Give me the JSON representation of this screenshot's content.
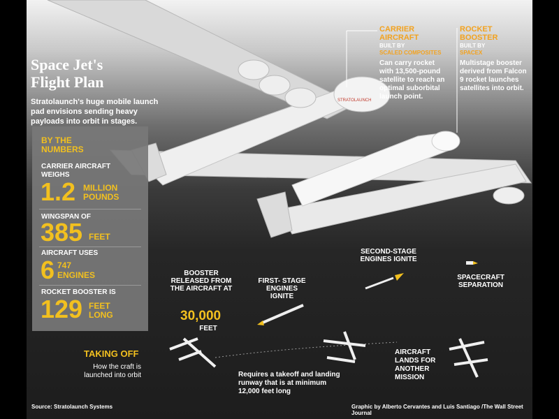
{
  "title": "Space Jet's Flight Plan",
  "intro": "Stratolaunch's huge mobile launch pad envisions sending heavy payloads into orbit in stages.",
  "stats": {
    "heading": "BY THE NUMBERS",
    "items": [
      {
        "label": "CARRIER AIRCRAFT WEIGHS",
        "value": "1.2",
        "unit": "MILLION POUNDS"
      },
      {
        "label": "WINGSPAN OF",
        "value": "385",
        "unit": "FEET"
      },
      {
        "label": "AIRCRAFT USES",
        "value": "6",
        "value_alt": "747",
        "unit": "ENGINES"
      },
      {
        "label": "ROCKET BOOSTER IS",
        "value": "129",
        "unit": "FEET LONG"
      }
    ]
  },
  "callouts": {
    "carrier": {
      "heading_line1": "CARRIER",
      "heading_line2": "AIRCRAFT",
      "built_by": "BUILT BY",
      "builder": "SCALED COMPOSITES",
      "body": "Can carry rocket with 13,500-pound satellite to reach an optimal suborbital launch point."
    },
    "booster": {
      "heading_line1": "ROCKET",
      "heading_line2": "BOOSTER",
      "built_by": "BUILT BY",
      "builder": "SPACEX",
      "body": "Multistage booster derived from Falcon 9 rocket launches satellites into orbit."
    }
  },
  "stages": {
    "second": "SECOND-STAGE ENGINES IGNITE",
    "separation": "SPACECRAFT SEPARATION",
    "first": "FIRST- STAGE ENGINES IGNITE",
    "booster_release": "BOOSTER RELEASED FROM THE AIRCRAFT AT",
    "altitude": "30,000",
    "altitude_unit": "FEET",
    "taking_off": "TAKING OFF",
    "taking_off_sub": "How the craft is launched into orbit",
    "runway": "Requires a takeoff and landing runway that is at minimum 12,000 feet long",
    "lands": "AIRCRAFT LANDS FOR ANOTHER MISSION"
  },
  "footer": {
    "source": "Source: Stratolaunch Systems",
    "credit": "Graphic by Alberto Cervantes and Luis Santiago /The Wall Street Journal"
  },
  "colors": {
    "accent_yellow": "#f2c01f",
    "accent_orange": "#f2a21f",
    "panel_gray": "#787878"
  }
}
